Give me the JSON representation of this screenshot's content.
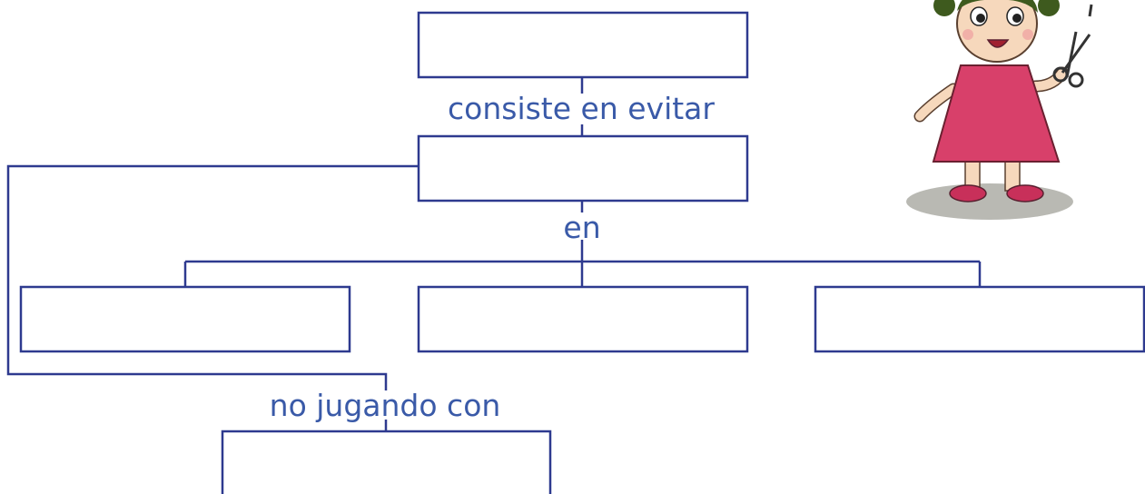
{
  "colors": {
    "box_stroke": "#2e3a8f",
    "label_text": "#3a5aa8",
    "girl_dress": "#d8406a",
    "girl_hair": "#3e5a1e",
    "skin": "#f6d8bc"
  },
  "connectors": {
    "consiste": "consiste en evitar",
    "en": "en",
    "no_jugando": "no jugando con"
  },
  "boxes": {
    "top": "",
    "middle": "",
    "left": "",
    "center": "",
    "right": "",
    "bottom": ""
  },
  "illustration": {
    "subject": "girl-with-scissors-icon"
  }
}
